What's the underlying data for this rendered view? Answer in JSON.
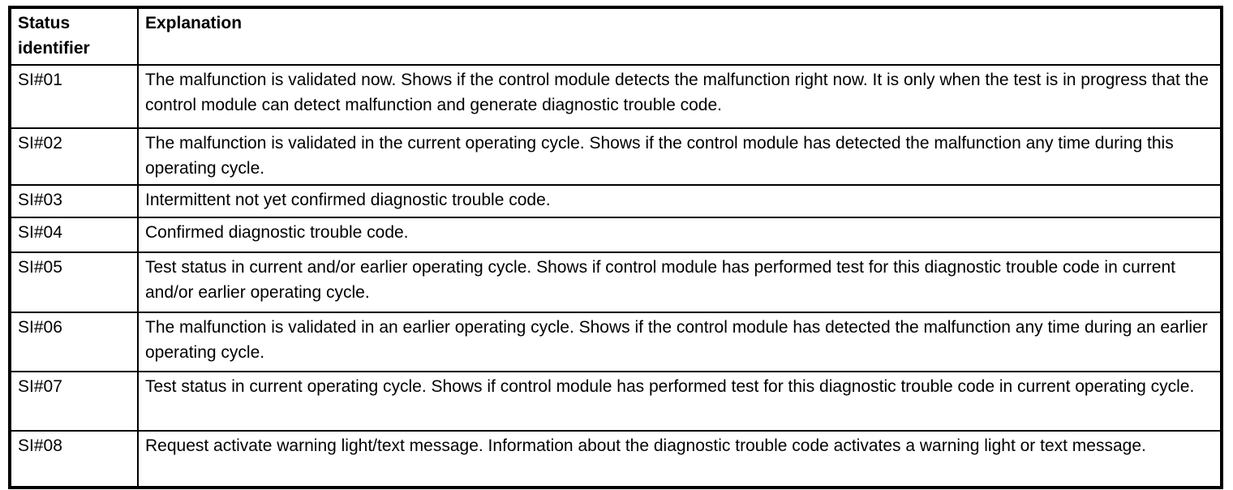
{
  "table": {
    "columns": [
      {
        "label": "Status identifier"
      },
      {
        "label": "Explanation"
      }
    ],
    "rows": [
      {
        "id": "SI#01",
        "explanation": "The malfunction is validated now. Shows if the control module detects the malfunction right now. It is only when the test is in progress that the control module can detect malfunction and generate diagnostic trouble code."
      },
      {
        "id": "SI#02",
        "explanation": "The malfunction is validated in the current operating cycle. Shows if the control module has detected the malfunction any time during this operating cycle."
      },
      {
        "id": "SI#03",
        "explanation": "Intermittent not yet confirmed diagnostic trouble code."
      },
      {
        "id": "SI#04",
        "explanation": "Confirmed diagnostic trouble code."
      },
      {
        "id": "SI#05",
        "explanation": "Test status in current and/or earlier operating cycle. Shows if control module has performed test for this diagnostic trouble code in current and/or earlier operating cycle."
      },
      {
        "id": "SI#06",
        "explanation": "The malfunction is validated in an earlier operating cycle. Shows if the control module has detected the malfunction any time during an earlier operating cycle."
      },
      {
        "id": "SI#07",
        "explanation": "Test status in current operating cycle. Shows if control module has performed test for this diagnostic trouble code in current operating cycle."
      },
      {
        "id": "SI#08",
        "explanation": "Request activate warning light/text message. Information about the diagnostic trouble code activates a warning light or text message."
      }
    ]
  },
  "colors": {
    "border": "#000000",
    "background": "#ffffff",
    "text": "#000000"
  }
}
